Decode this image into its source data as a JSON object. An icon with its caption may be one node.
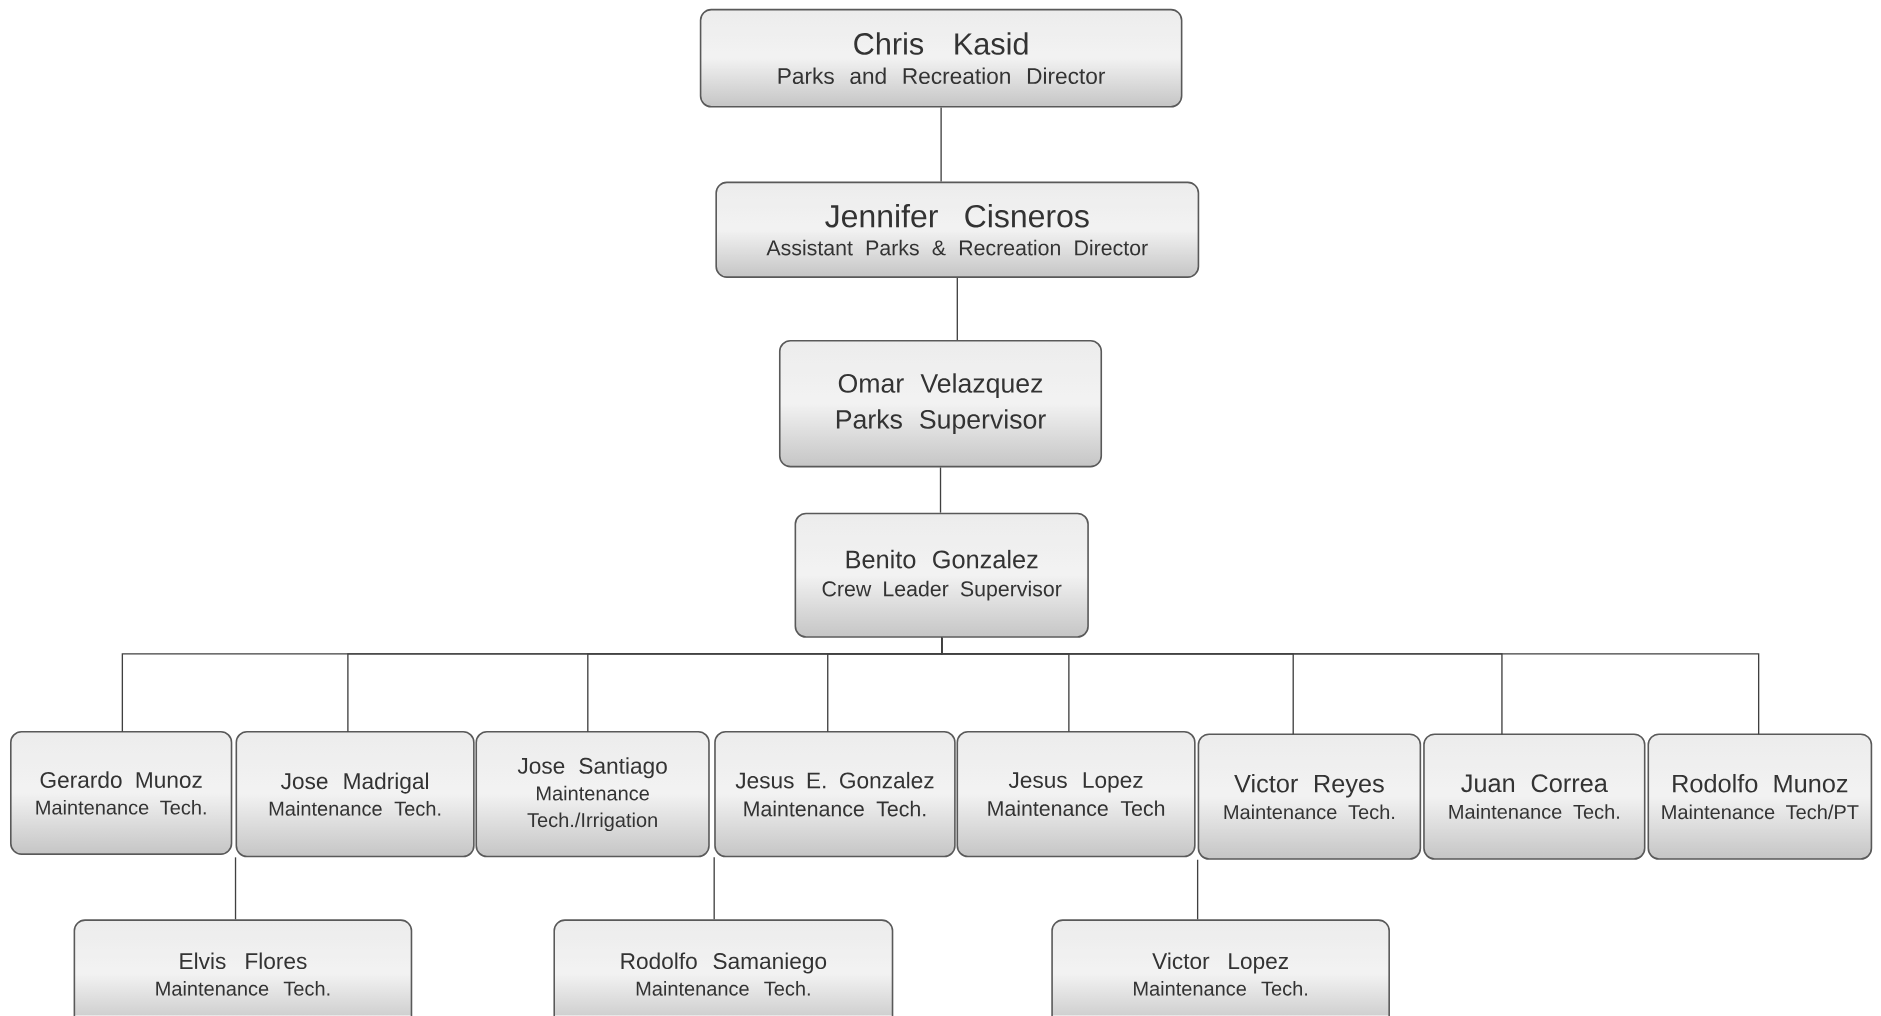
{
  "diagram": {
    "nodes": [
      {
        "text": [
          "Chris Kasid",
          "Parks and Recreation Director"
        ]
      },
      {
        "text": [
          "Jennifer Cisneros",
          "Assistant Parks & Recreation Director"
        ]
      },
      {
        "text": [
          "Omar Velazquez",
          "Parks Supervisor"
        ]
      },
      {
        "text": [
          "Benito Gonzalez",
          "Crew Leader Supervisor"
        ]
      },
      {
        "text": [
          "Gerardo Munoz",
          "Maintenance Tech."
        ]
      },
      {
        "text": [
          "Jose Madrigal",
          "Maintenance Tech."
        ]
      },
      {
        "text": [
          "Jose Santiago",
          "Maintenance Tech./Irrigation"
        ]
      },
      {
        "text": [
          "Jesus E. Gonzalez",
          "Maintenance Tech."
        ]
      },
      {
        "text": [
          "Jesus Lopez",
          "Maintenance Tech"
        ]
      },
      {
        "text": [
          "Victor Reyes",
          "Maintenance Tech."
        ]
      },
      {
        "text": [
          "Juan Correa",
          "Maintenance Tech."
        ]
      },
      {
        "text": [
          "Rodolfo Munoz",
          "Maintenance Tech/PT"
        ]
      },
      {
        "text": [
          "Elvis Flores",
          "Maintenance Tech."
        ]
      },
      {
        "text": [
          "Rodolfo Samaniego",
          "Maintenance Tech."
        ]
      },
      {
        "text": [
          "Victor Lopez",
          "Maintenance Tech."
        ]
      }
    ],
    "edges": [
      {
        "from": 0,
        "to": 1,
        "arrow": "none"
      },
      {
        "from": 1,
        "to": 2,
        "arrow": "none"
      },
      {
        "from": 2,
        "to": 3,
        "arrow": "none"
      },
      {
        "from": 3,
        "to": 4,
        "arrow": "none"
      },
      {
        "from": 3,
        "to": 5,
        "arrow": "none"
      },
      {
        "from": 3,
        "to": 6,
        "arrow": "none"
      },
      {
        "from": 3,
        "to": 7,
        "arrow": "none"
      },
      {
        "from": 3,
        "to": 8,
        "arrow": "none"
      },
      {
        "from": 3,
        "to": 9,
        "arrow": "none"
      },
      {
        "from": 3,
        "to": 10,
        "arrow": "none"
      },
      {
        "from": 3,
        "to": 11,
        "arrow": "none"
      },
      {
        "from": 5,
        "to": 12,
        "arrow": "none"
      },
      {
        "from": 7,
        "to": 13,
        "arrow": "none"
      },
      {
        "from": 9,
        "to": 14,
        "arrow": "none"
      }
    ]
  }
}
